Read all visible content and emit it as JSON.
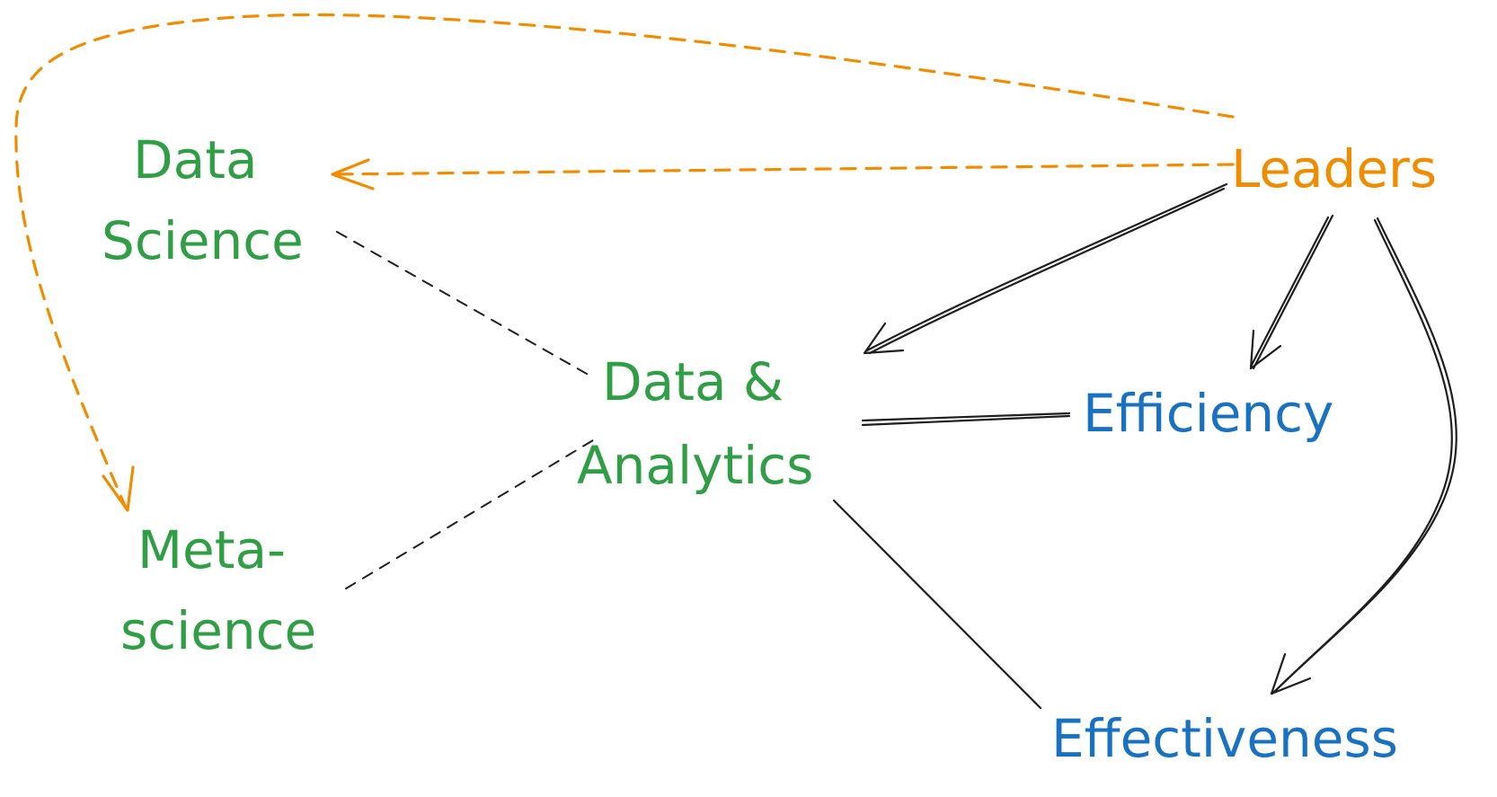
{
  "colors": {
    "green": "#2f9e44",
    "orange": "#f08c00",
    "blue": "#1971c2",
    "black": "#1e1e1e"
  },
  "nodes": {
    "data_science": {
      "line1": "Data",
      "line2": "Science"
    },
    "meta_science": {
      "line1": "Meta-",
      "line2": "science"
    },
    "data_analytics": {
      "line1": "Data &",
      "line2": "Analytics"
    },
    "leaders": {
      "label": "Leaders"
    },
    "efficiency": {
      "label": "Efficiency"
    },
    "effectiveness": {
      "label": "Effectiveness"
    }
  },
  "edges": [
    {
      "from": "leaders",
      "to": "data_science",
      "style": "dashed",
      "arrow": true
    },
    {
      "from": "leaders",
      "to": "meta_science",
      "style": "dashed",
      "arrow": true
    },
    {
      "from": "leaders",
      "to": "data_analytics",
      "style": "solid",
      "arrow": true
    },
    {
      "from": "leaders",
      "to": "efficiency",
      "style": "solid",
      "arrow": true
    },
    {
      "from": "leaders",
      "to": "effectiveness",
      "style": "solid",
      "arrow": true
    },
    {
      "from": "data_science",
      "to": "data_analytics",
      "style": "dashed",
      "arrow": false
    },
    {
      "from": "meta_science",
      "to": "data_analytics",
      "style": "dashed",
      "arrow": false
    },
    {
      "from": "data_analytics",
      "to": "efficiency",
      "style": "solid",
      "arrow": false
    },
    {
      "from": "data_analytics",
      "to": "effectiveness",
      "style": "solid",
      "arrow": false
    }
  ]
}
